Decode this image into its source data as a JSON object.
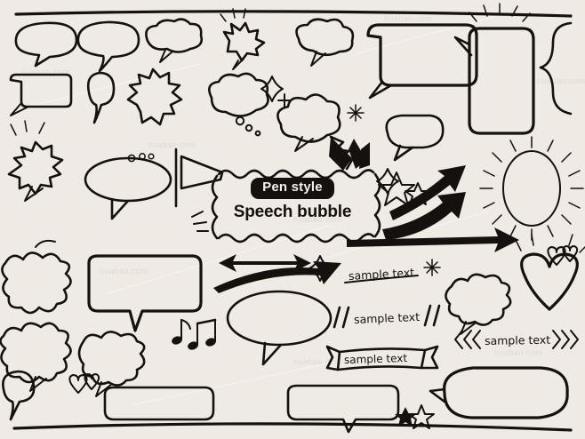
{
  "sheet": {
    "title": "Pen style Speech bubble hand-drawn element set",
    "background_color": "#efeae3",
    "ink_color": "#14110f",
    "badge_background": "#14110f",
    "badge_text_color": "#f4f0ea"
  },
  "center_panel": {
    "badge_label": "Pen style",
    "headline": "Speech bubble"
  },
  "labels": {
    "underlined": "sample text",
    "slashed": "sample text",
    "ribbon": "sample text",
    "chevroned": "sample text"
  },
  "decorations": {
    "slash_left": "\\\\",
    "slash_right": "//",
    "chevron_left": "《《",
    "chevron_right": "》》"
  },
  "elements": [
    {
      "name": "oval-speech-bubble",
      "count": 9
    },
    {
      "name": "rounded-rect-speech-bubble",
      "count": 7
    },
    {
      "name": "thought-cloud-bubble",
      "count": 6
    },
    {
      "name": "starburst-bubble",
      "count": 4
    },
    {
      "name": "scalloped-bubble",
      "count": 5
    },
    {
      "name": "curved-arrow",
      "count": 5
    },
    {
      "name": "double-headed-arrow",
      "count": 1
    },
    {
      "name": "curly-brace",
      "count": 1
    },
    {
      "name": "pennant-flag",
      "count": 1
    },
    {
      "name": "heart",
      "count": 3
    },
    {
      "name": "star",
      "count": 6
    },
    {
      "name": "sparkle",
      "count": 5
    },
    {
      "name": "music-note",
      "count": 2
    },
    {
      "name": "radiating-oval",
      "count": 1
    },
    {
      "name": "horizontal-rule",
      "count": 2
    }
  ]
}
